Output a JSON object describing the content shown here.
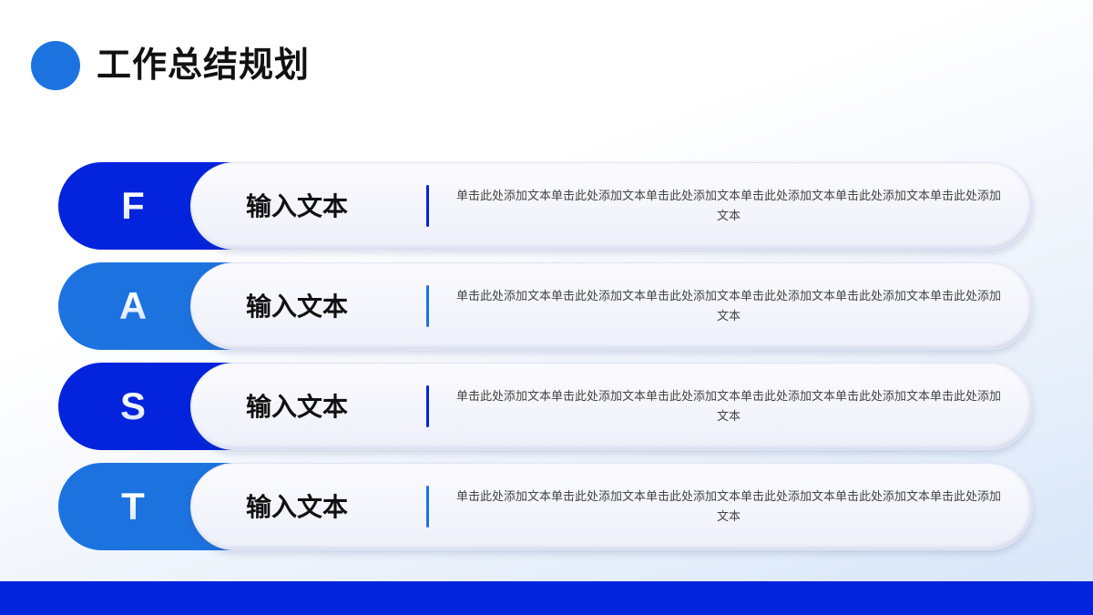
{
  "header": {
    "title": "工作总结规划",
    "dot_color": "#1c73e0"
  },
  "colors": {
    "dark_blue": "#0323dc",
    "light_blue": "#1c73e0",
    "footer": "#0323dc"
  },
  "rows": [
    {
      "letter": "F",
      "heading": "输入文本",
      "description": "单击此处添加文本单击此处添加文本单击此处添加文本单击此处添加文本单击此处添加文本单击此处添加文本",
      "pill_color": "#0323dc",
      "divider_color": "#0323dc"
    },
    {
      "letter": "A",
      "heading": "输入文本",
      "description": "单击此处添加文本单击此处添加文本单击此处添加文本单击此处添加文本单击此处添加文本单击此处添加文本",
      "pill_color": "#1c73e0",
      "divider_color": "#1c73e0"
    },
    {
      "letter": "S",
      "heading": "输入文本",
      "description": "单击此处添加文本单击此处添加文本单击此处添加文本单击此处添加文本单击此处添加文本单击此处添加文本",
      "pill_color": "#0323dc",
      "divider_color": "#0323dc"
    },
    {
      "letter": "T",
      "heading": "输入文本",
      "description": "单击此处添加文本单击此处添加文本单击此处添加文本单击此处添加文本单击此处添加文本单击此处添加文本",
      "pill_color": "#1c73e0",
      "divider_color": "#1c73e0"
    }
  ]
}
